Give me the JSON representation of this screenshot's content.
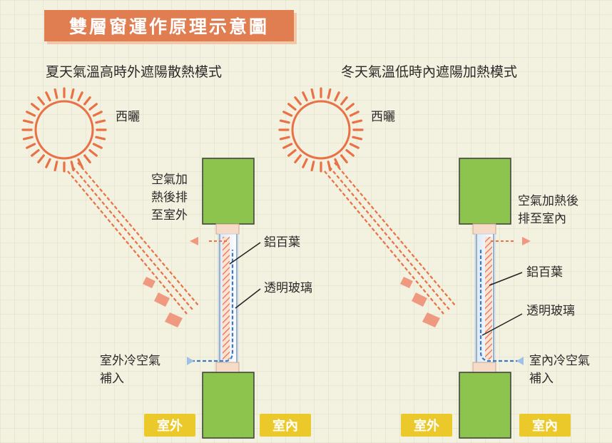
{
  "title": "雙層窗運作原理示意圖",
  "panels": [
    {
      "mode_title": "夏天氣溫高時外遮陽散熱模式",
      "sun_label": "西曬",
      "exhaust_label": "空氣加\n熱後排\n至室外",
      "blind_label": "鋁百葉",
      "glass_label": "透明玻璃",
      "intake_label": "室外冷空氣\n補入",
      "outdoor_tag": "室外",
      "indoor_tag": "室內"
    },
    {
      "mode_title": "冬天氣溫低時內遮陽加熱模式",
      "sun_label": "西曬",
      "exhaust_label": "空氣加熱後\n排至室內",
      "blind_label": "鋁百葉",
      "glass_label": "透明玻璃",
      "intake_label": "室內冷空氣\n補入",
      "outdoor_tag": "室外",
      "indoor_tag": "室內"
    }
  ],
  "colors": {
    "banner": "#e07e52",
    "sun": "#ea7046",
    "wall": "#8cc44e",
    "wall_border": "#3a3a3a",
    "blind": "#ea7046",
    "cold_air": "#3a78c8",
    "tag": "#ecc92a"
  }
}
